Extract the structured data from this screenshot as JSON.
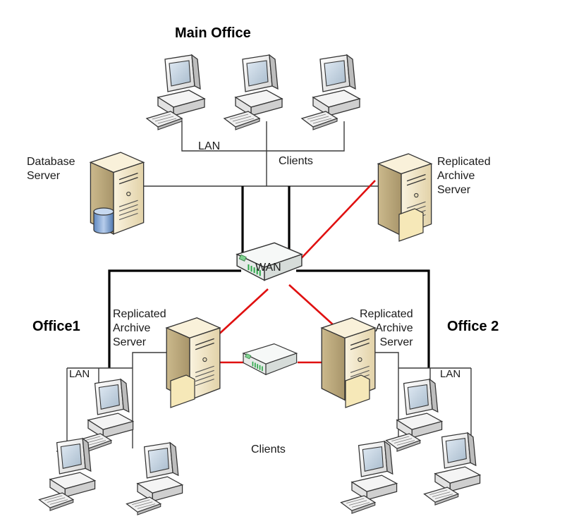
{
  "labels": {
    "main_office": "Main Office",
    "office1": "Office1",
    "office2": "Office 2",
    "wan": "WAN",
    "lan_main": "LAN",
    "lan_office1": "LAN",
    "lan_office2": "LAN",
    "clients_main": "Clients",
    "clients_bottom": "Clients",
    "database_server": [
      "Database",
      "Server"
    ],
    "replicated_main": [
      "Replicated",
      "Archive",
      "Server"
    ],
    "replicated_office1": [
      "Replicated",
      "Archive",
      "Server"
    ],
    "replicated_office2": [
      "Replicated",
      "Archive",
      "Server"
    ]
  },
  "colors": {
    "thin_line": "#3a3a3a",
    "thick_line": "#000000",
    "replication_link": "#e01010",
    "monitor_body": "#f2f2f2",
    "monitor_screen": "#c8d8e8",
    "server_body": "#efe3c4",
    "server_shadow": "#c9b88e",
    "router_body": "#eef2f0",
    "router_led": "#2ea84a",
    "database_drum": "#7ea6d8",
    "archive_folder": "#f6e8b8"
  },
  "icons": [
    "desktop-computer-icon",
    "server-icon",
    "database-icon",
    "archive-folder-icon",
    "router-icon"
  ]
}
